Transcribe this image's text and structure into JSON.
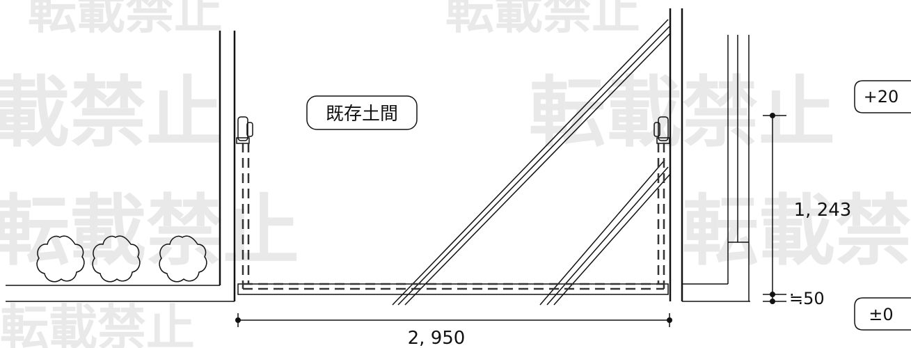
{
  "room_label": "既存土間",
  "dimensions": {
    "width": "2, 950",
    "height": "1, 243",
    "small": "≒50"
  },
  "levels": {
    "upper": "+20",
    "lower": "±0"
  },
  "watermark": {
    "text": "転載禁止"
  }
}
